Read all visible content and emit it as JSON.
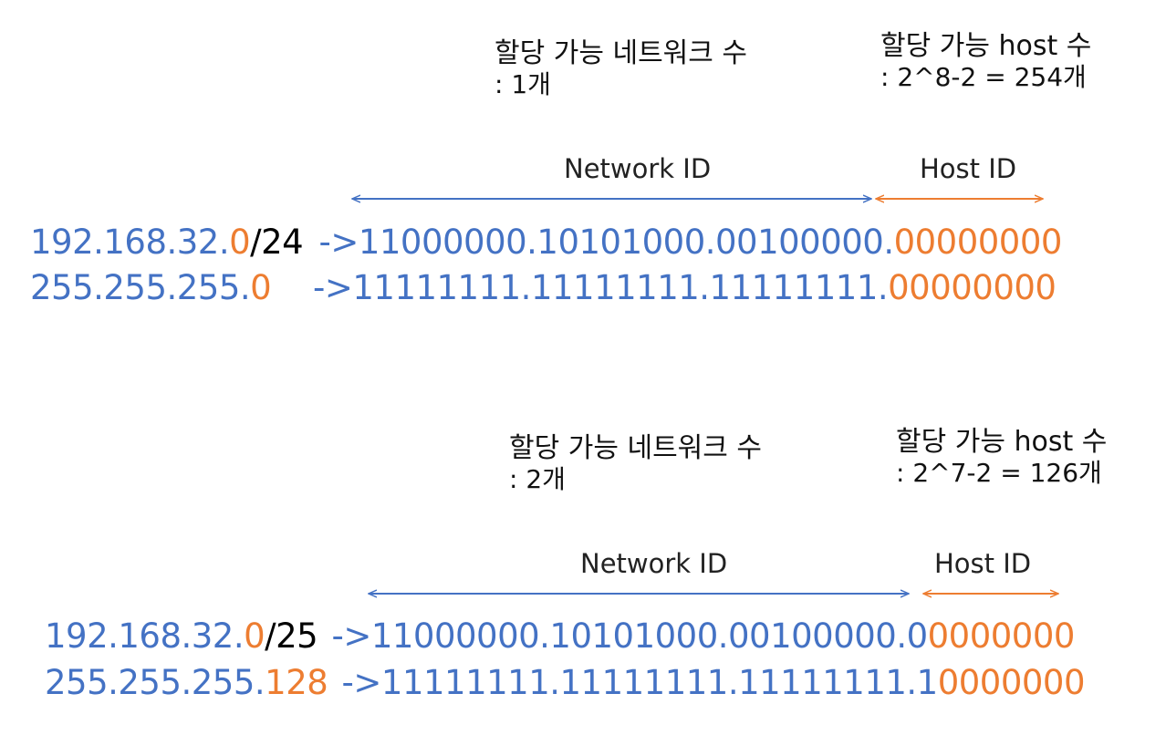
{
  "colors": {
    "blue": "#4472c4",
    "orange": "#ed7d31",
    "black": "#000000"
  },
  "examples": [
    {
      "network_note": {
        "line1": "할당 가능 네트워크 수",
        "line2": ": 1개"
      },
      "host_note": {
        "line1": "할당 가능 host 수",
        "line2": ": 2^8-2 = 254개"
      },
      "network_label": "Network ID",
      "host_label": "Host ID",
      "ip_row": {
        "ip_net": "192.168.32.",
        "ip_host": "0",
        "prefix": "/24",
        "arrow": " ->",
        "bin_net": "11000000.10101000.00100000.",
        "bin_host": "00000000"
      },
      "mask_row": {
        "ip_net": "255.255.255.",
        "ip_host": "0",
        "arrow": "->",
        "bin_net": "11111111.11111111.11111111.",
        "bin_host": "00000000"
      }
    },
    {
      "network_note": {
        "line1": "할당 가능 네트워크 수",
        "line2": ": 2개"
      },
      "host_note": {
        "line1": "할당 가능 host 수",
        "line2": ": 2^7-2 = 126개"
      },
      "network_label": "Network ID",
      "host_label": "Host ID",
      "ip_row": {
        "ip_net": "192.168.32.",
        "ip_host": "0",
        "prefix": "/25",
        "arrow": " ->",
        "bin_net": "11000000.10101000.00100000.0",
        "bin_host": "0000000"
      },
      "mask_row": {
        "ip_net": "255.255.255.",
        "ip_host": "128",
        "arrow": " ->",
        "bin_net": "11111111.11111111.11111111.1",
        "bin_host": "0000000"
      }
    }
  ]
}
